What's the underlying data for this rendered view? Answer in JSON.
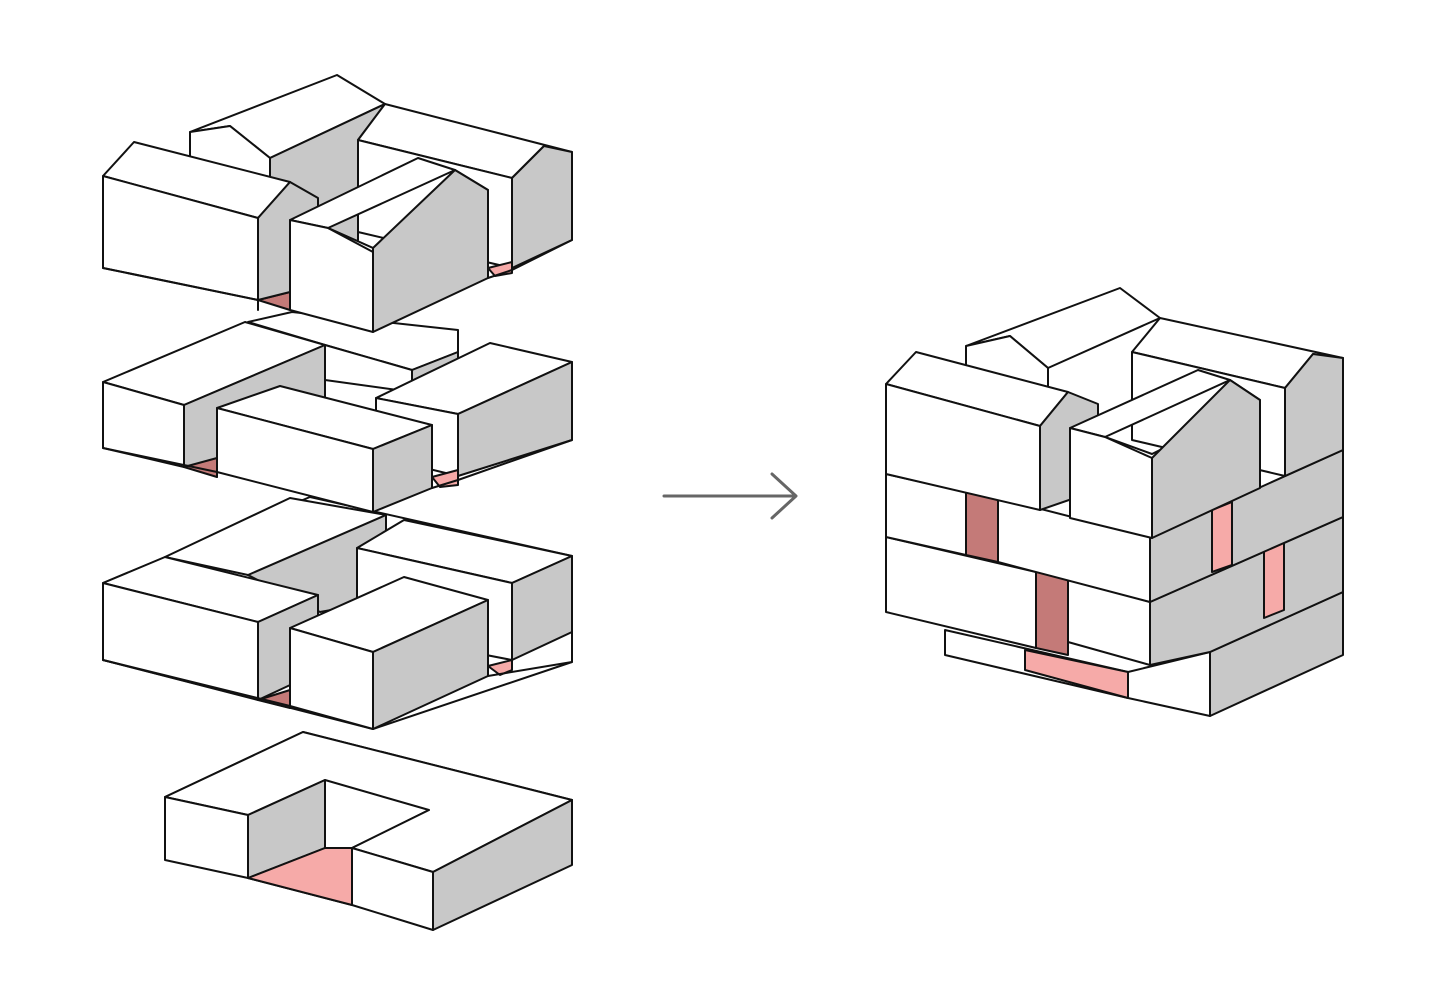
{
  "diagram": {
    "description_type": "exploded-axonometric-massing",
    "colors": {
      "top": "#ffffff",
      "front": "#ffffff",
      "side": "#c8c8c8",
      "gap_dark": "#c47a78",
      "gap_light": "#f6aaa8",
      "stroke": "#111111",
      "arrow": "#666666"
    },
    "layers": [
      {
        "id": "roof-level",
        "blocks": 4,
        "roof": "gabled"
      },
      {
        "id": "middle-level",
        "blocks": 4,
        "roof": "flat"
      },
      {
        "id": "lower-level",
        "blocks": 4,
        "roof": "flat"
      },
      {
        "id": "base-level",
        "blocks": 1,
        "shape": "U-shaped"
      }
    ],
    "arrow_icon": "right-arrow-icon"
  }
}
